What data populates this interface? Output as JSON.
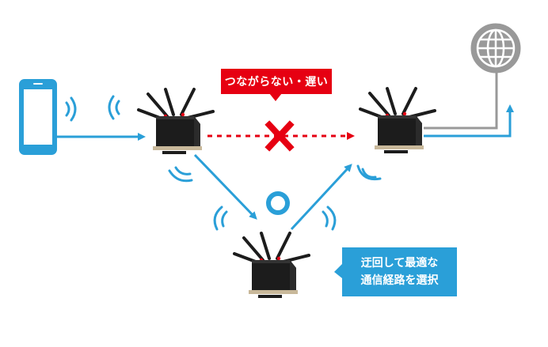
{
  "callouts": {
    "failed_link": "つながらない・遅い",
    "reroute_line1": "迂回して最適な",
    "reroute_line2": "通信経路を選択"
  },
  "colors": {
    "blue": "#2a9fd8",
    "red": "#e60012",
    "gray": "#999999",
    "router_body": "#1c1c1c",
    "router_base": "#c8b89a"
  },
  "icons": [
    "smartphone-icon",
    "globe-icon",
    "router-icon",
    "wifi-waves-icon",
    "cross-mark-icon",
    "circle-mark-icon"
  ]
}
